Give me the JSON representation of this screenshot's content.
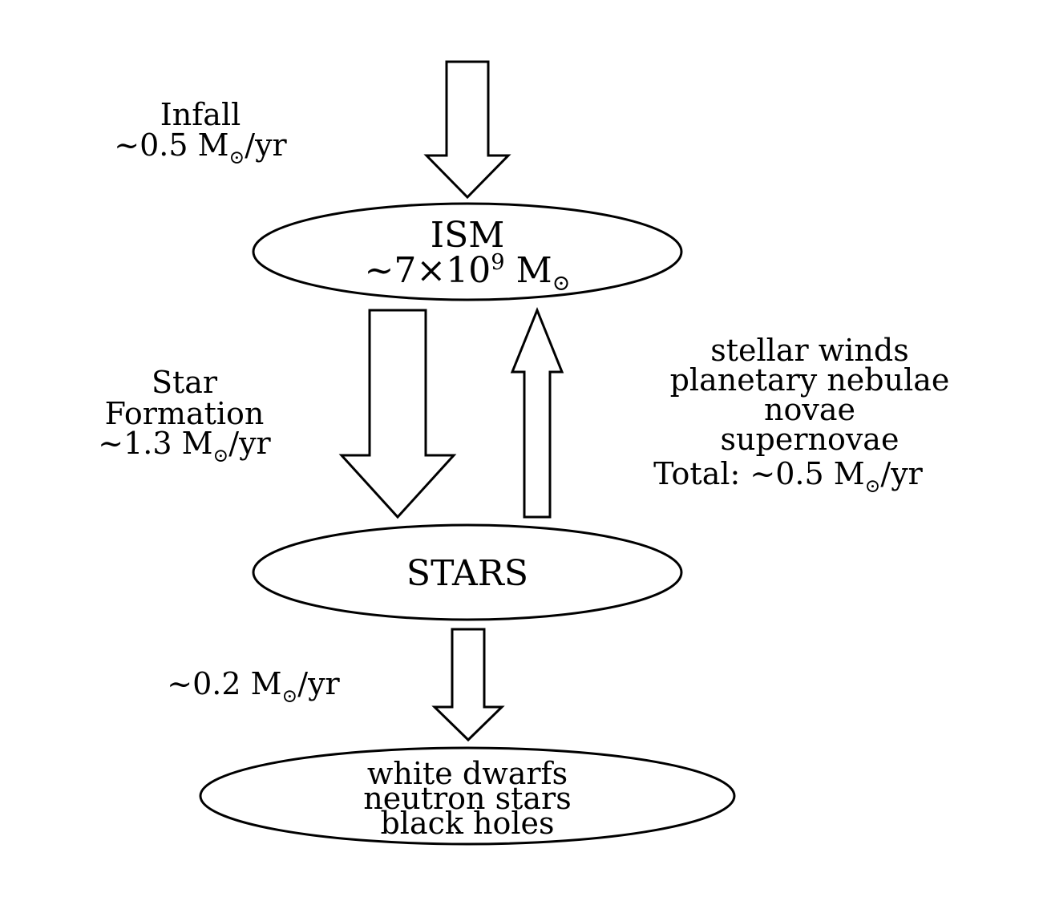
{
  "ism": {
    "name": "ISM",
    "mass_prefix": "~7×10",
    "mass_exp": "9",
    "mass_unit": "M",
    "sun_symbol": "⊙"
  },
  "stars": {
    "name": "STARS"
  },
  "remnants": {
    "lines": [
      "white dwarfs",
      "neutron stars",
      "black holes"
    ]
  },
  "infall": {
    "label": "Infall",
    "rate_prefix": "~0.5 M",
    "sun_symbol": "⊙",
    "rate_suffix": "/yr"
  },
  "star_formation": {
    "line1": "Star",
    "line2": "Formation",
    "rate_prefix": "~1.3 M",
    "sun_symbol": "⊙",
    "rate_suffix": "/yr"
  },
  "mass_return": {
    "sources": [
      "stellar winds",
      "planetary nebulae",
      "novae",
      "supernovae"
    ],
    "total_prefix": "Total:  ~0.5 M",
    "sun_symbol": "⊙",
    "total_suffix": "/yr"
  },
  "remnant_formation": {
    "rate_prefix": "~0.2 M",
    "sun_symbol": "⊙",
    "rate_suffix": "/yr"
  },
  "colors": {
    "stroke": "#000000",
    "fill": "#ffffff",
    "background": "#ffffff"
  }
}
